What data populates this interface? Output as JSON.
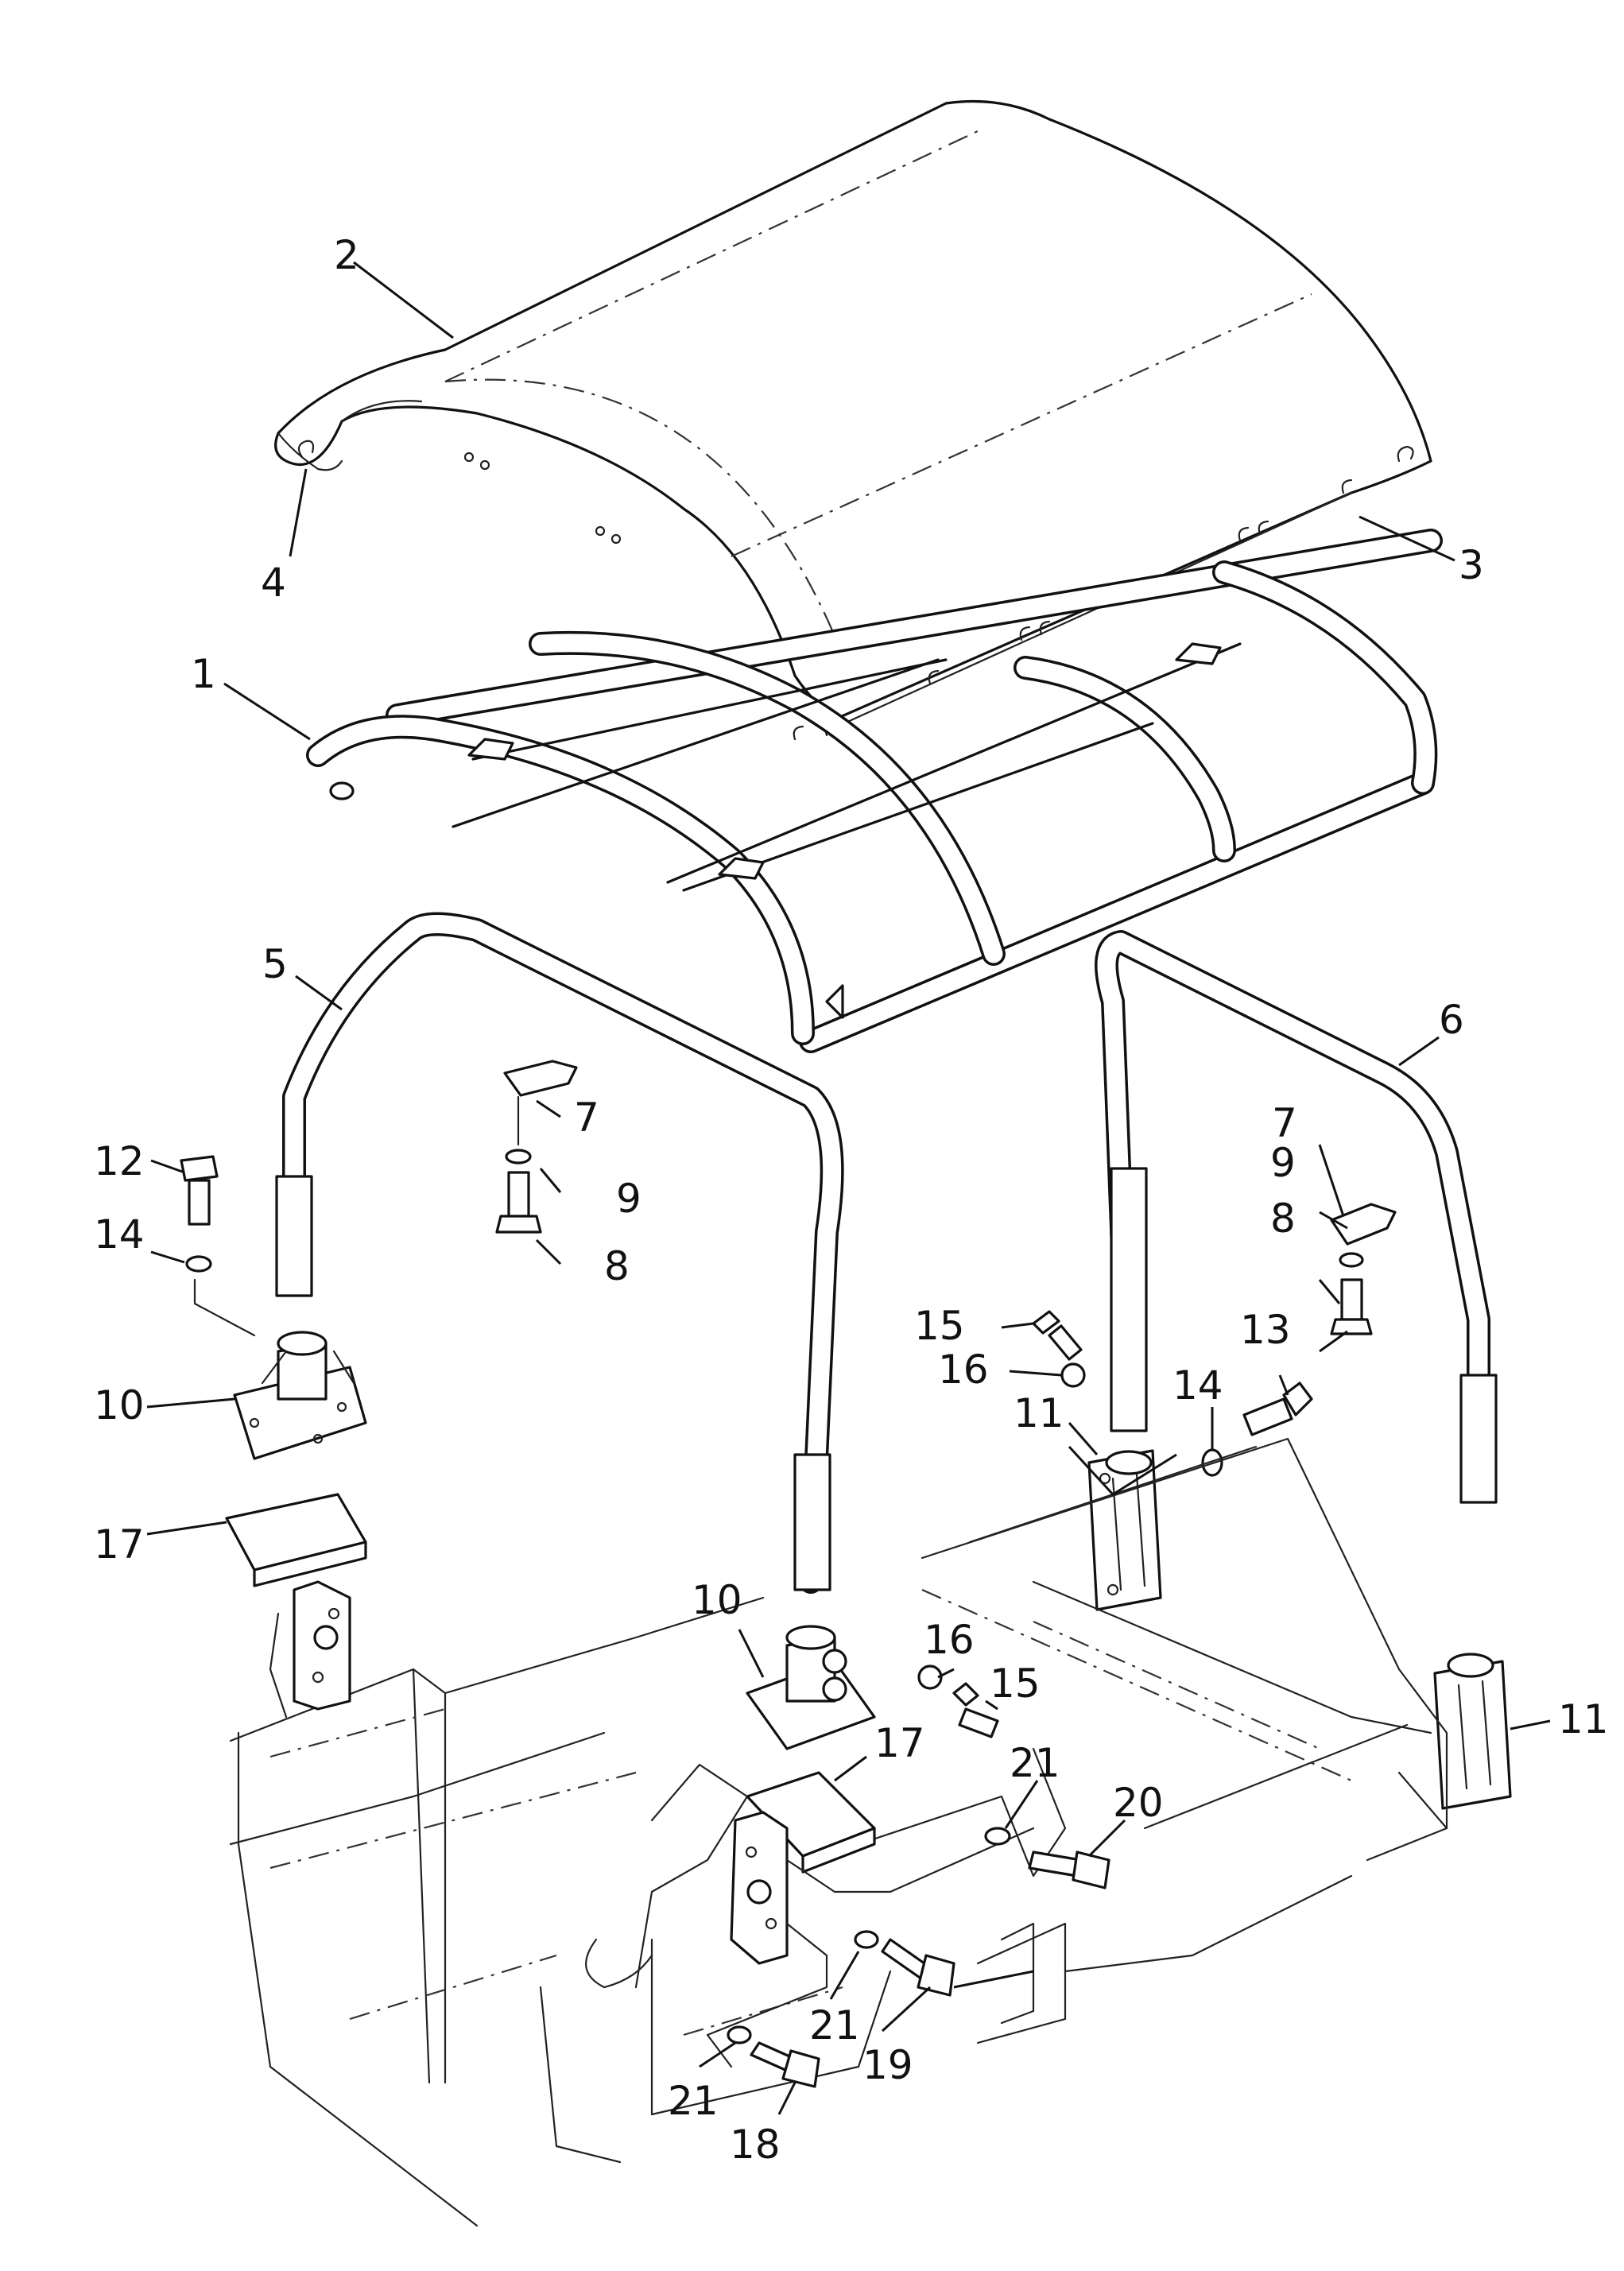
{
  "diagram": {
    "callouts": [
      {
        "id": "c1",
        "label": "1"
      },
      {
        "id": "c2",
        "label": "2"
      },
      {
        "id": "c3",
        "label": "3"
      },
      {
        "id": "c4",
        "label": "4"
      },
      {
        "id": "c5",
        "label": "5"
      },
      {
        "id": "c6",
        "label": "6"
      },
      {
        "id": "c7a",
        "label": "7"
      },
      {
        "id": "c7b",
        "label": "7"
      },
      {
        "id": "c8a",
        "label": "8"
      },
      {
        "id": "c8b",
        "label": "8"
      },
      {
        "id": "c9a",
        "label": "9"
      },
      {
        "id": "c9b",
        "label": "9"
      },
      {
        "id": "c10a",
        "label": "10"
      },
      {
        "id": "c10b",
        "label": "10"
      },
      {
        "id": "c11a",
        "label": "11"
      },
      {
        "id": "c11b",
        "label": "11"
      },
      {
        "id": "c12",
        "label": "12"
      },
      {
        "id": "c13",
        "label": "13"
      },
      {
        "id": "c14a",
        "label": "14"
      },
      {
        "id": "c14b",
        "label": "14"
      },
      {
        "id": "c15a",
        "label": "15"
      },
      {
        "id": "c15b",
        "label": "15"
      },
      {
        "id": "c16a",
        "label": "16"
      },
      {
        "id": "c16b",
        "label": "16"
      },
      {
        "id": "c17a",
        "label": "17"
      },
      {
        "id": "c17b",
        "label": "17"
      },
      {
        "id": "c18",
        "label": "18"
      },
      {
        "id": "c19",
        "label": "19"
      },
      {
        "id": "c20",
        "label": "20"
      },
      {
        "id": "c21a",
        "label": "21"
      },
      {
        "id": "c21b",
        "label": "21"
      },
      {
        "id": "c21c",
        "label": "21"
      }
    ]
  }
}
